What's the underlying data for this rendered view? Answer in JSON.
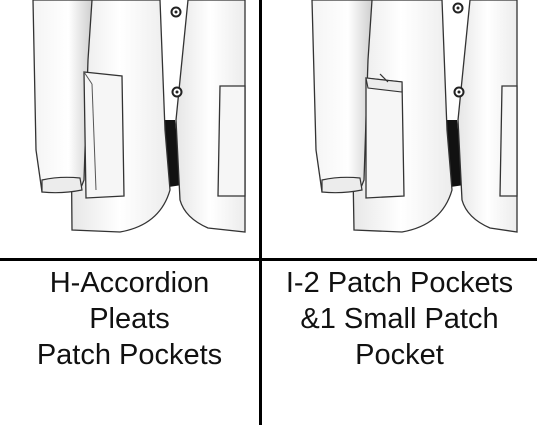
{
  "options": [
    {
      "id": "H",
      "caption_lines": [
        "H-Accordion",
        "Pleats",
        "Patch Pockets"
      ],
      "illustration": "jacket-accordion-pleats-patch-pockets"
    },
    {
      "id": "I",
      "caption_lines": [
        "I-2 Patch Pockets",
        "&1 Small Patch",
        "Pocket"
      ],
      "illustration": "jacket-two-patch-pockets-small-patch-pocket"
    }
  ],
  "colors": {
    "border": "#000000",
    "garment": "#ffffff",
    "shade": "#d9d9d9",
    "outline": "#333333"
  }
}
